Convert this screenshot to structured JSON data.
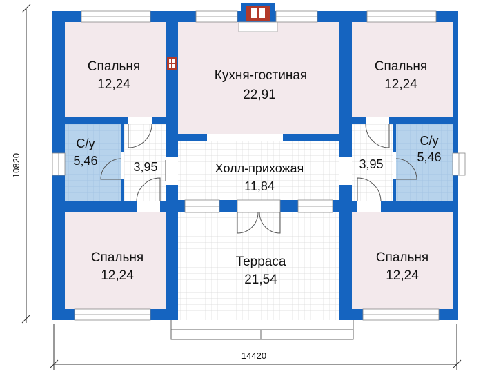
{
  "colors": {
    "wall": "#1564c0",
    "room_pink": "#f3e9ec",
    "bath_blue": "#b7d3ec",
    "tile_line": "#d9d9d9",
    "hall_floor": "#ffffff",
    "chimney_brick": "#b23a2a",
    "dim_line": "#333333"
  },
  "dimensions": {
    "total_width": "14420",
    "total_height": "10820"
  },
  "rooms": {
    "bedroom_tl": {
      "name": "Спальня",
      "area": "12,24"
    },
    "kitchen": {
      "name": "Кухня-гостиная",
      "area": "22,91"
    },
    "bedroom_tr": {
      "name": "Спальня",
      "area": "12,24"
    },
    "bath_left": {
      "name": "С/у",
      "area": "5,46"
    },
    "corridor_left": {
      "area": "3,95"
    },
    "hall": {
      "name": "Холл-прихожая",
      "area": "11,84"
    },
    "corridor_right": {
      "area": "3,95"
    },
    "bath_right": {
      "name": "С/у",
      "area": "5,46"
    },
    "bedroom_bl": {
      "name": "Спальня",
      "area": "12,24"
    },
    "terrace": {
      "name": "Терраса",
      "area": "21,54"
    },
    "bedroom_br": {
      "name": "Спальня",
      "area": "12,24"
    }
  }
}
